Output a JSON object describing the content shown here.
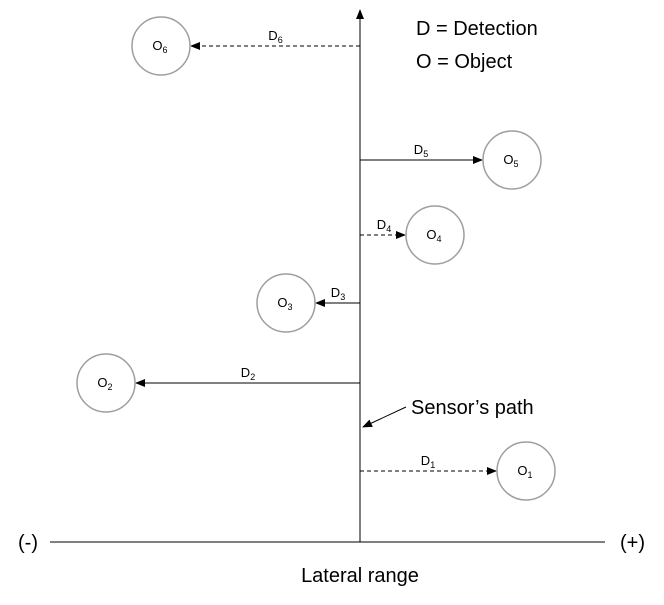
{
  "legend": {
    "detection": "D = Detection",
    "object": "O = Object"
  },
  "axis": {
    "left_sign": "(-)",
    "right_sign": "(+)",
    "label": "Lateral range"
  },
  "path_label": "Sensor’s path",
  "detections": [
    {
      "d_base": "D",
      "d_sub": "1",
      "o_base": "O",
      "o_sub": "1",
      "side": "+",
      "style": "dashed"
    },
    {
      "d_base": "D",
      "d_sub": "2",
      "o_base": "O",
      "o_sub": "2",
      "side": "-",
      "style": "solid"
    },
    {
      "d_base": "D",
      "d_sub": "3",
      "o_base": "O",
      "o_sub": "3",
      "side": "-",
      "style": "solid"
    },
    {
      "d_base": "D",
      "d_sub": "4",
      "o_base": "O",
      "o_sub": "4",
      "side": "+",
      "style": "dashed"
    },
    {
      "d_base": "D",
      "d_sub": "5",
      "o_base": "O",
      "o_sub": "5",
      "side": "+",
      "style": "solid"
    },
    {
      "d_base": "D",
      "d_sub": "6",
      "o_base": "O",
      "o_sub": "6",
      "side": "-",
      "style": "dashed"
    }
  ]
}
